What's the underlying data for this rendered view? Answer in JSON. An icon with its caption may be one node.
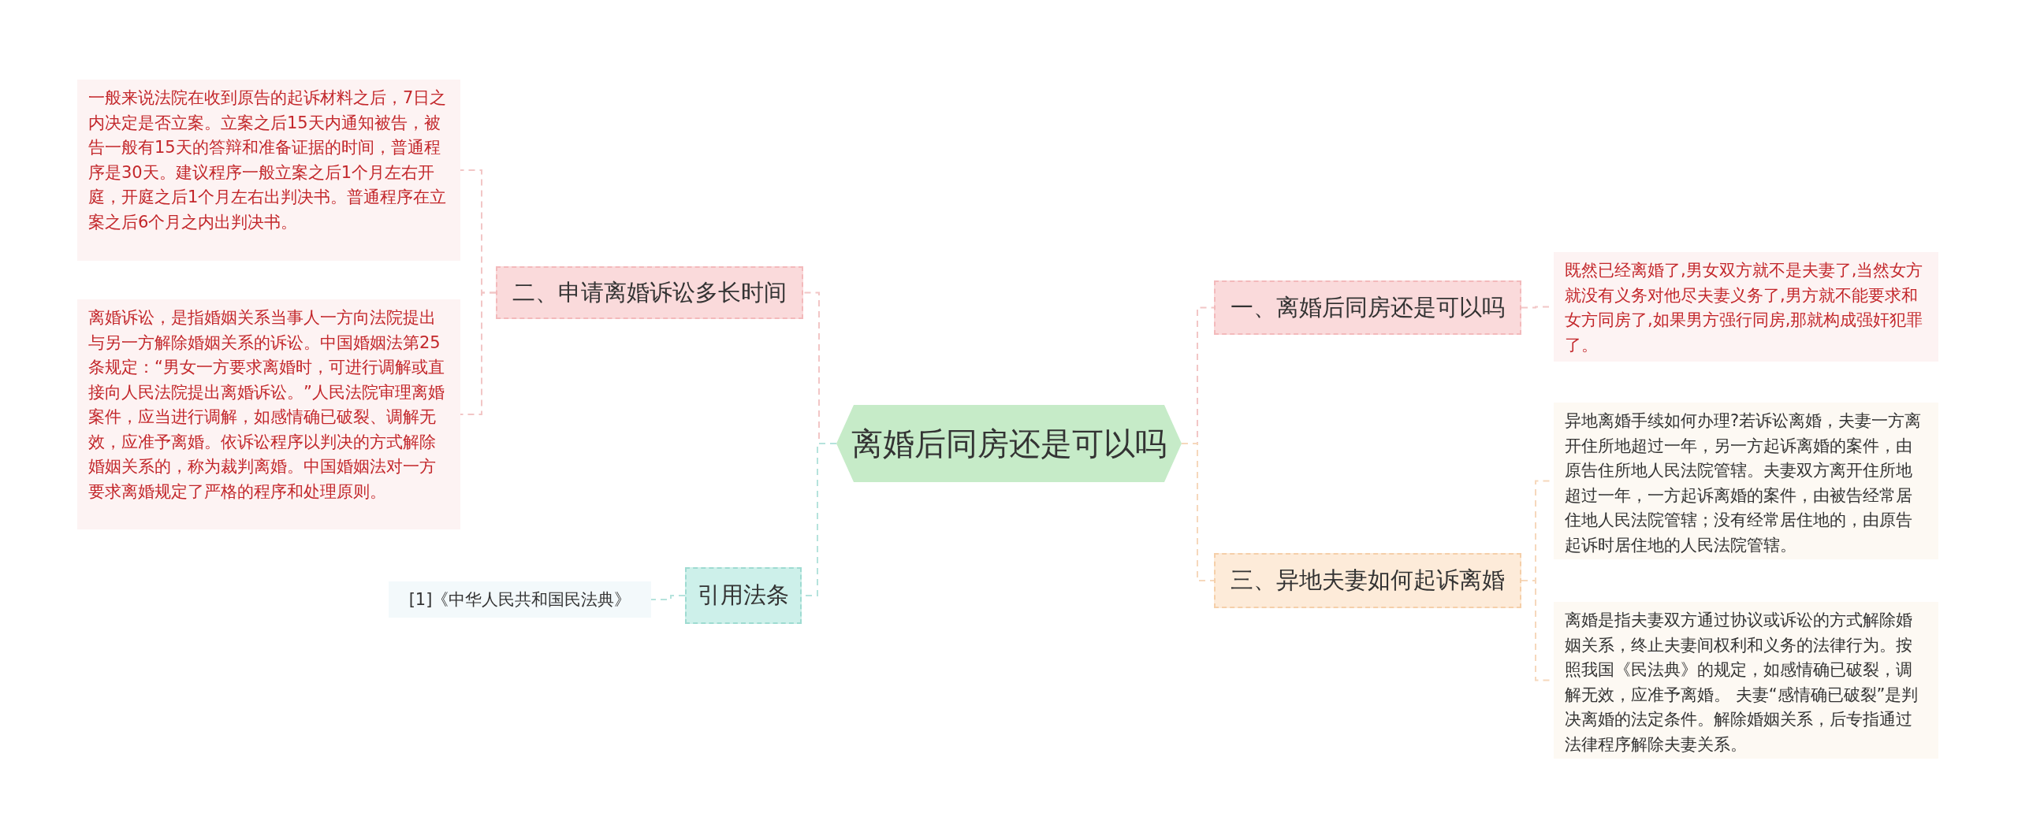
{
  "diagram": {
    "nodes": [
      {
        "text": [
          "离婚后同房还是可以吗"
        ]
      },
      {
        "text": [
          "二、申请离婚诉讼多长时间"
        ]
      },
      {
        "text": [
          "一般来说法院在收到原告的起诉材料之后，7日之内决定是否立案。立案之后15天内通知被告，被告一般有15天的答辩和准备证据的时间，普通程序是30天。建议程序一般立案之后1个月左右开庭，开庭之后1个月左右出判决书。普通程序在立案之后6个月之内出判决书。"
        ]
      },
      {
        "text": [
          "离婚诉讼，是指婚姻关系当事人一方向法院提出与另一方解除婚姻关系的诉讼。中国婚姻法第25条规定：“男女一方要求离婚时，可进行调解或直接向人民法院提出离婚诉讼。”人民法院审理离婚案件，应当进行调解，如感情确已破裂、调解无效，应准予离婚。依诉讼程序以判决的方式解除婚姻关系的，称为裁判离婚。中国婚姻法对一方要求离婚规定了严格的程序和处理原则。"
        ]
      },
      {
        "text": [
          "引用法条"
        ]
      },
      {
        "text": [
          "[1]《中华人民共和国民法典》"
        ]
      },
      {
        "text": [
          "一、离婚后同房还是可以吗"
        ]
      },
      {
        "text": [
          "既然已经离婚了,男女双方就不是夫妻了,当然女方就没有义务对他尽夫妻义务了,男方就不能要求和女方同房了,如果男方强行同房,那就构成强奸犯罪了。"
        ]
      },
      {
        "text": [
          "三、异地夫妻如何起诉离婚"
        ]
      },
      {
        "text": [
          "异地离婚手续如何办理?若诉讼离婚，夫妻一方离开住所地超过一年，另一方起诉离婚的案件，由原告住所地人民法院管辖。夫妻双方离开住所地超过一年，一方起诉离婚的案件，由被告经常居住地人民法院管辖；没有经常居住地的，由原告起诉时居住地的人民法院管辖。"
        ]
      },
      {
        "text": [
          "离婚是指夫妻双方通过协议或诉讼的方式解除婚姻关系，终止夫妻间权利和义务的法律行为。按照我国《民法典》的规定，如感情确已破裂，调解无效，应准予离婚。 夫妻“感情确已破裂”是判决离婚的法定条件。解除婚姻关系，后专指通过法律程序解除夫妻关系。"
        ]
      }
    ],
    "edges": [
      {
        "from": 0,
        "to": 1,
        "arrow": "none",
        "style": "dashed",
        "color": "#f2c6c6"
      },
      {
        "from": 1,
        "to": 2,
        "arrow": "none",
        "style": "dashed",
        "color": "#f2c6c6"
      },
      {
        "from": 1,
        "to": 3,
        "arrow": "none",
        "style": "dashed",
        "color": "#f2c6c6"
      },
      {
        "from": 0,
        "to": 4,
        "arrow": "none",
        "style": "dashed",
        "color": "#b5e3dc"
      },
      {
        "from": 4,
        "to": 5,
        "arrow": "none",
        "style": "dashed",
        "color": "#b5e3dc"
      },
      {
        "from": 0,
        "to": 6,
        "arrow": "none",
        "style": "dashed",
        "color": "#f2c6c6"
      },
      {
        "from": 6,
        "to": 7,
        "arrow": "none",
        "style": "dashed",
        "color": "#f2c6c6"
      },
      {
        "from": 0,
        "to": 8,
        "arrow": "none",
        "style": "dashed",
        "color": "#f6d8bc"
      },
      {
        "from": 8,
        "to": 9,
        "arrow": "none",
        "style": "dashed",
        "color": "#f6d8bc"
      },
      {
        "from": 8,
        "to": 10,
        "arrow": "none",
        "style": "dashed",
        "color": "#f6d8bc"
      }
    ]
  }
}
